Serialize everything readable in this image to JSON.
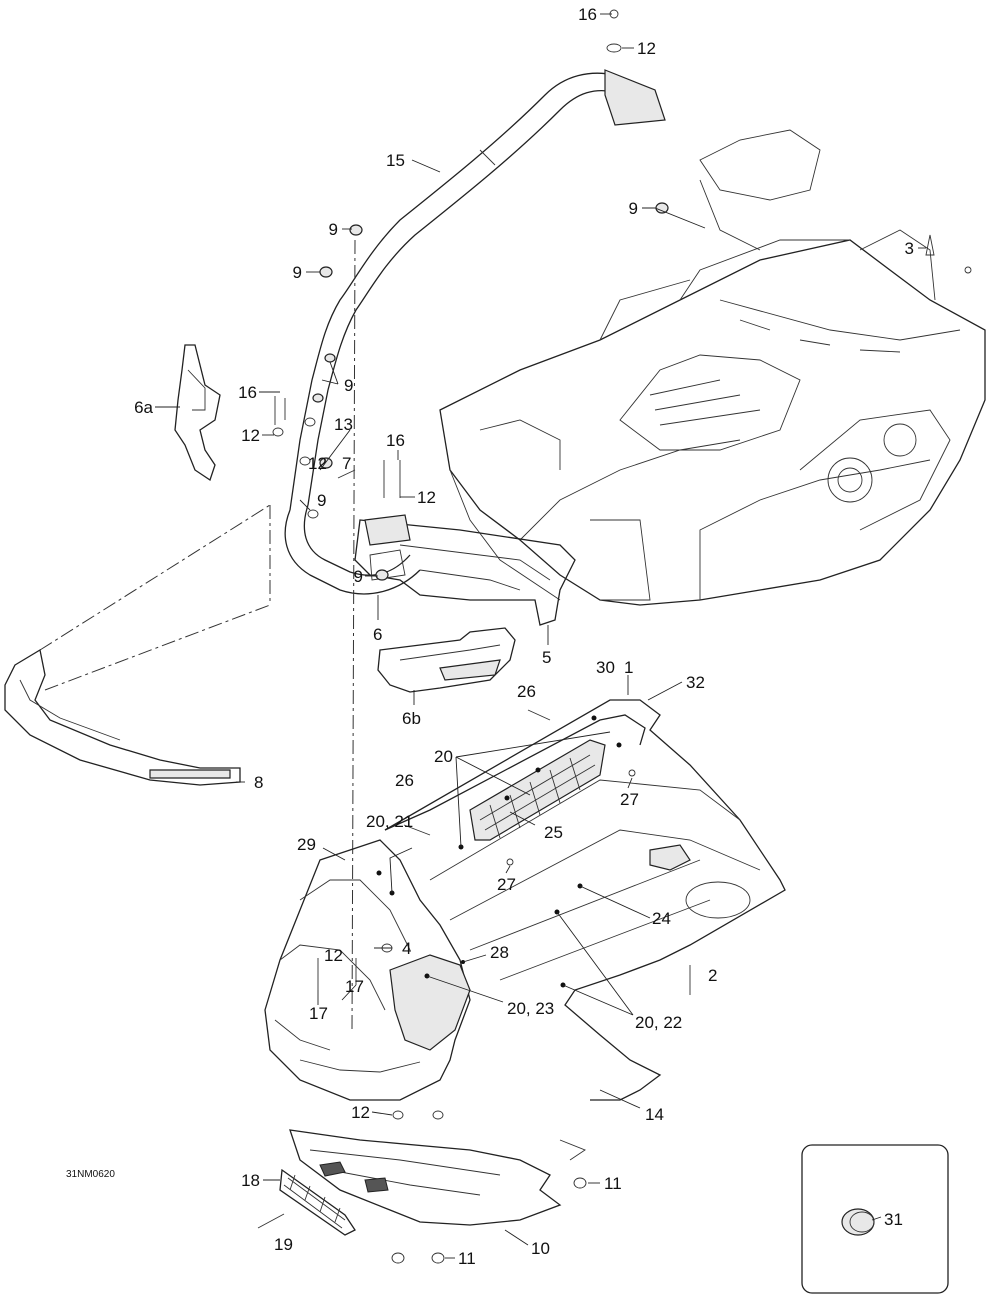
{
  "drawing_code": "31NM0620",
  "callouts": {
    "c1": "1",
    "c2": "2",
    "c3": "3",
    "c4": "4",
    "c5": "5",
    "c6": "6",
    "c6a": "6a",
    "c6b": "6b",
    "c7": "7",
    "c8": "8",
    "c9a": "9",
    "c9b": "9",
    "c9c": "9",
    "c9d": "9",
    "c9e": "9",
    "c9f": "9",
    "c10": "10",
    "c11a": "11",
    "c11b": "11",
    "c12a": "12",
    "c12b": "12",
    "c12c": "12",
    "c12d": "12",
    "c12e": "12",
    "c12f": "12",
    "c13": "13",
    "c14": "14",
    "c15": "15",
    "c16a": "16",
    "c16b": "16",
    "c16c": "16",
    "c17a": "17",
    "c17b": "17",
    "c18": "18",
    "c19": "19",
    "c20": "20",
    "c2021": "20, 21",
    "c2022": "20, 22",
    "c2023": "20, 23",
    "c24": "24",
    "c25": "25",
    "c26a": "26",
    "c26b": "26",
    "c27a": "27",
    "c27b": "27",
    "c28": "28",
    "c29": "29",
    "c30": "30",
    "c31": "31",
    "c32": "32"
  }
}
